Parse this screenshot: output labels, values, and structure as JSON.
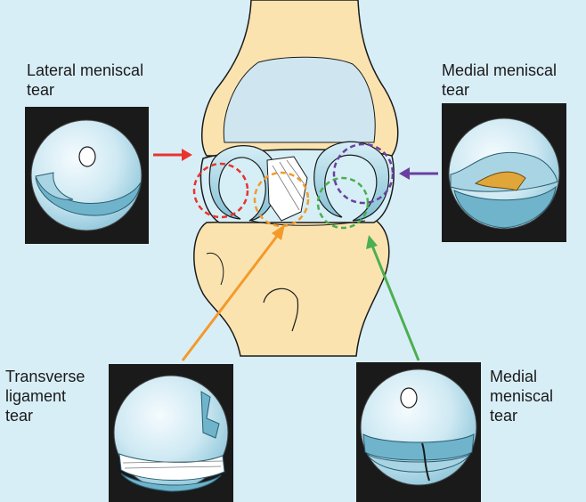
{
  "labels": {
    "lateral_meniscal_tear": [
      "Lateral meniscal",
      "tear"
    ],
    "medial_meniscal_tear_top": [
      "Medial meniscal",
      "tear"
    ],
    "transverse_ligament_tear": [
      "Transverse",
      "ligament",
      "tear"
    ],
    "medial_meniscal_tear_bottom": [
      "Medial",
      "meniscal",
      "tear"
    ]
  },
  "colors": {
    "background": "#d8eef7",
    "bone": "#fbe3b0",
    "bone_outline": "#1a1a1a",
    "meniscus": "#a9d4e3",
    "arrow_red": "#e8342c",
    "arrow_orange": "#f39a2a",
    "arrow_green": "#4caf50",
    "arrow_purple": "#6a3fa0",
    "inset_frame": "#1a1a1a"
  }
}
